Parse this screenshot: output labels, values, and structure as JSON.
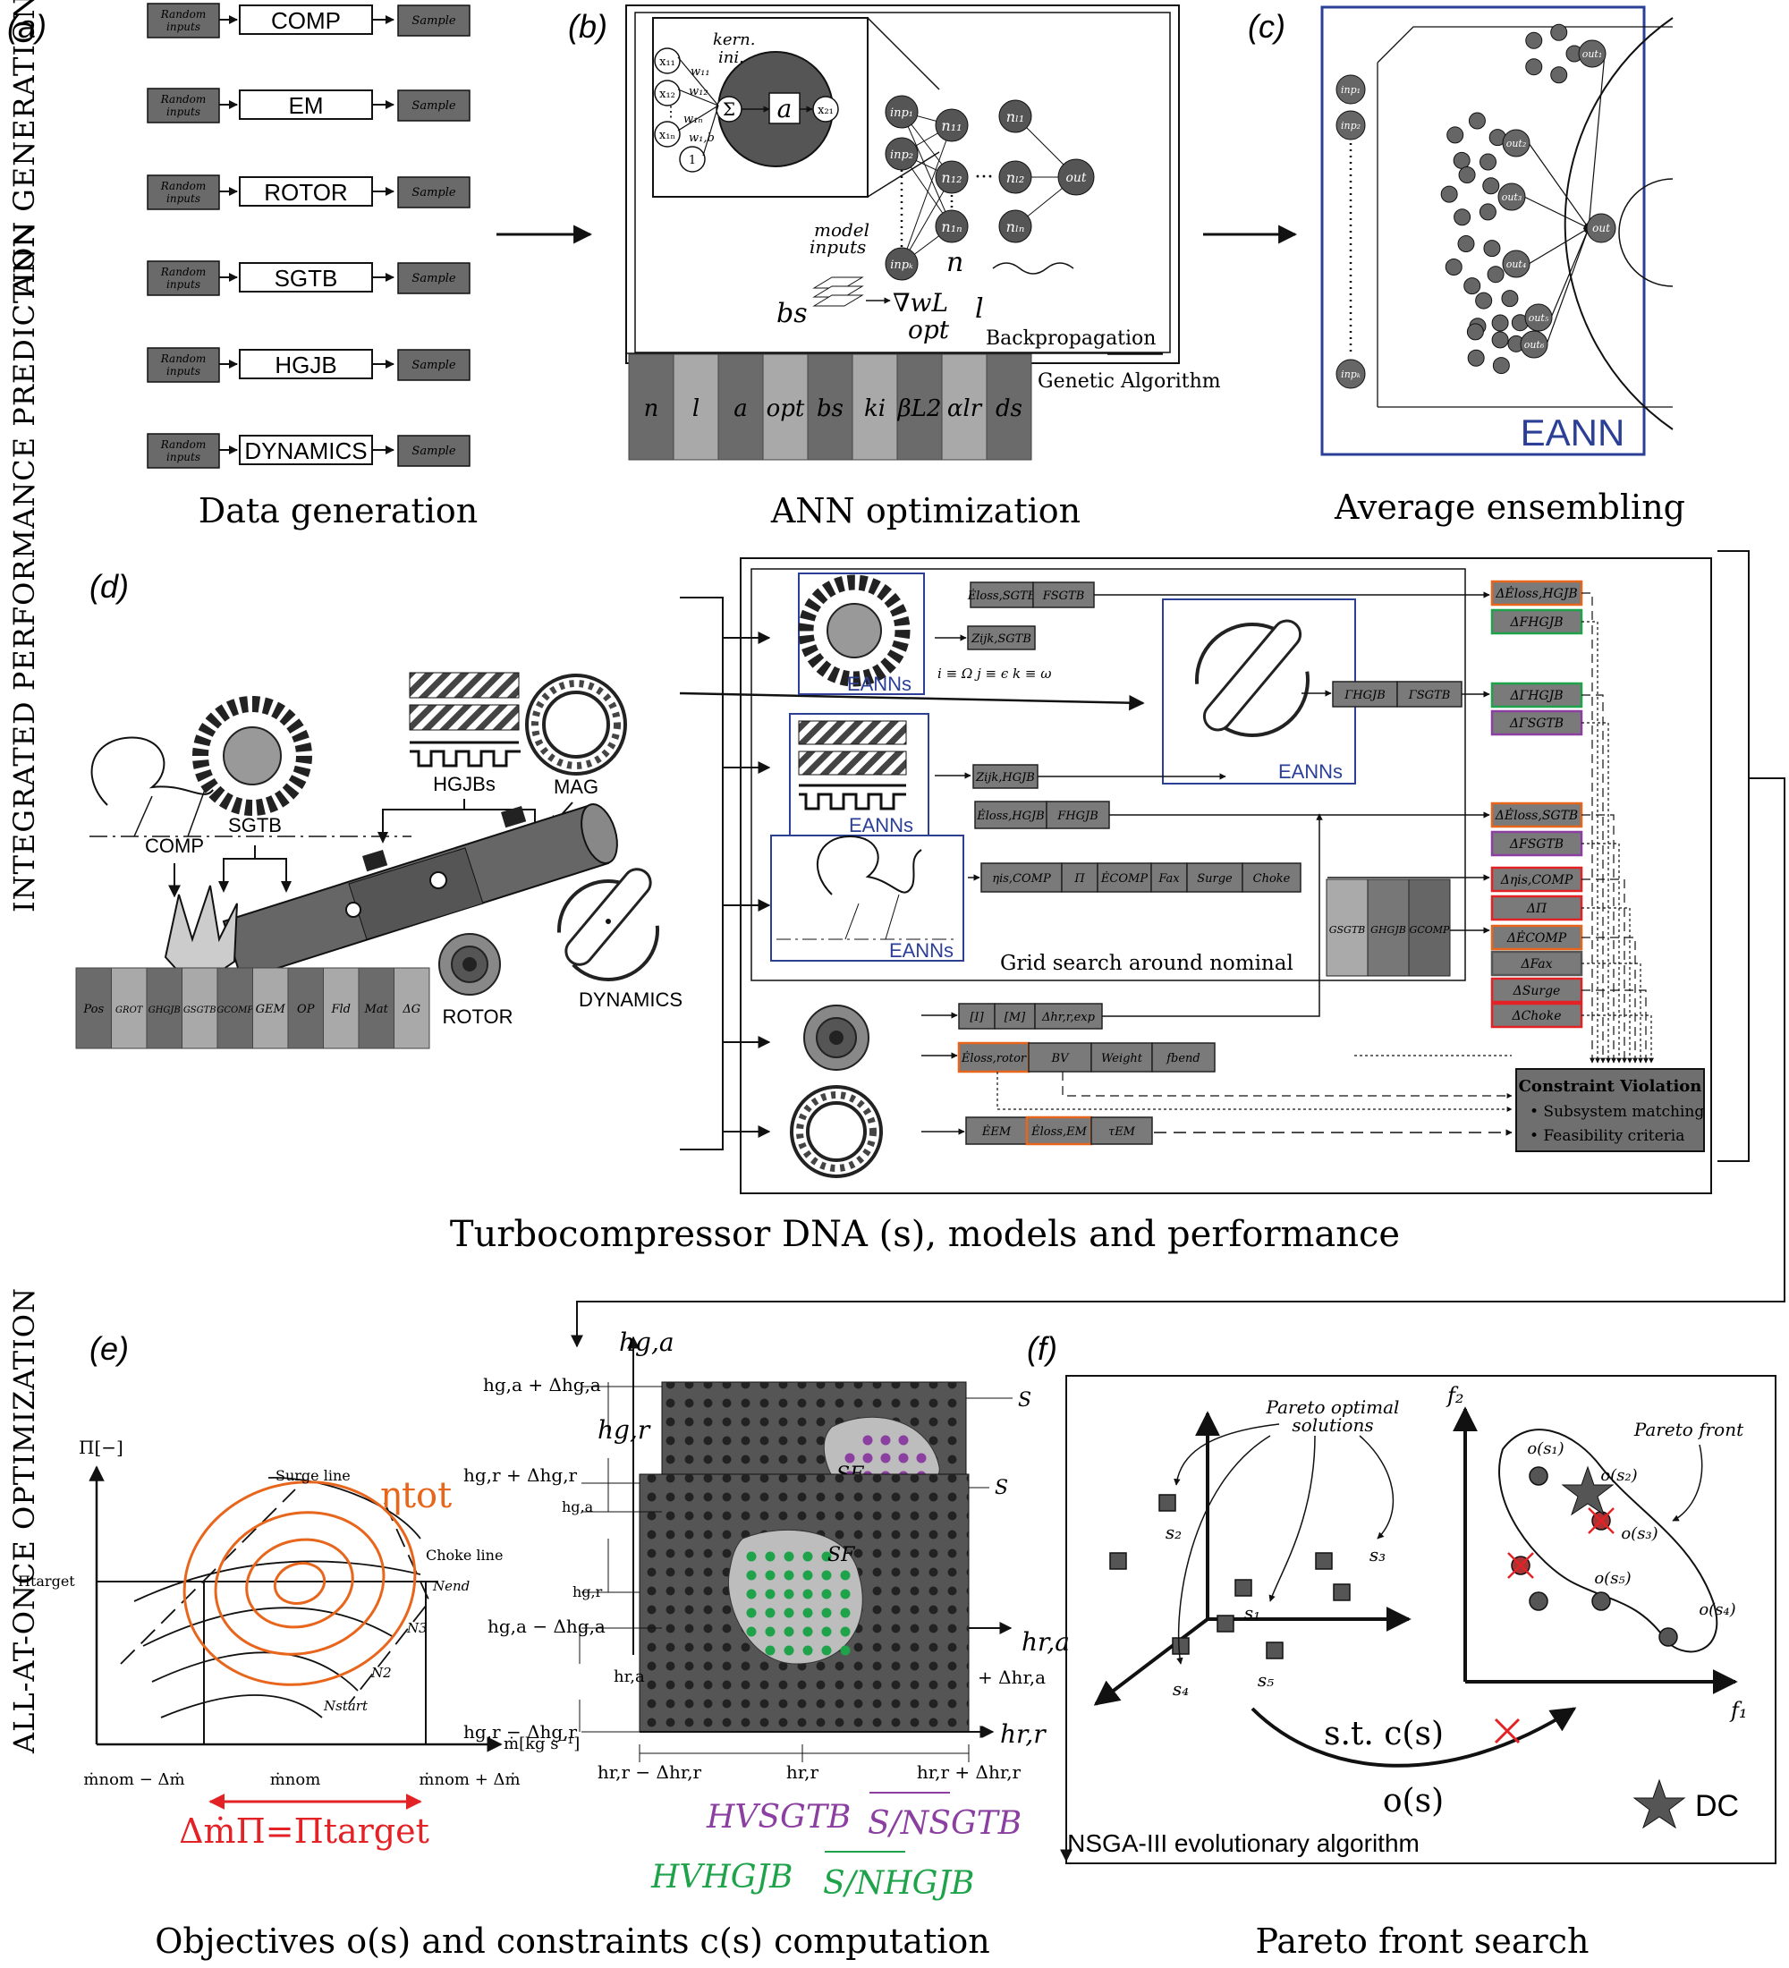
{
  "side_labels": {
    "ann_generation": "ANN GENERATION",
    "integrated": "INTEGRATED PERFORMANCE PREDICTION",
    "all_at_once": "ALL-AT-ONCE OPTIMIZATION"
  },
  "panel_a": {
    "letter": "(a)",
    "random_label_1": "Random",
    "random_label_2": "inputs",
    "sample_label": "Sample",
    "models": [
      "COMP",
      "EM",
      "ROTOR",
      "SGTB",
      "HGJB",
      "DYNAMICS"
    ],
    "caption": "Data generation"
  },
  "panel_b": {
    "letter": "(b)",
    "kern_ini": "kern.",
    "kern_ini_2": "ini.",
    "neuron_inputs": [
      "x₁₁",
      "x₁₂",
      "x₁ₙ",
      "1"
    ],
    "weights": [
      "w₁₁",
      "w₁₂",
      "w₁ₙ",
      "w₁,b"
    ],
    "sigma": "Σ",
    "activation": "a",
    "output": "x₂₁",
    "inputs": [
      "inp₁",
      "inp₂",
      "inpₖ"
    ],
    "layer_nodes": [
      "n₁₁",
      "n₁₂",
      "n₁ₙ",
      "nₗ₁",
      "nₗ₂",
      "nₗₙ"
    ],
    "out": "out",
    "model_inputs_1": "model",
    "model_inputs_2": "inputs",
    "n_label": "n",
    "l_label": "l",
    "bs": "bs",
    "grad": "∇wL",
    "opt": "opt",
    "backprop": "Backpropagation",
    "genetic": "Genetic Algorithm",
    "hyperparams": [
      "n",
      "l",
      "a",
      "opt",
      "bs",
      "ki",
      "βL2",
      "αlr",
      "ds"
    ],
    "caption": "ANN optimization"
  },
  "panel_c": {
    "letter": "(c)",
    "inputs": [
      "inp₁",
      "inp₂",
      "inpₖ"
    ],
    "outs": [
      "out₁",
      "out₂",
      "out₃",
      "out₄",
      "out₅",
      "out₆"
    ],
    "out": "out",
    "eann": "EANN",
    "caption": "Average ensembling"
  },
  "panel_d": {
    "letter": "(d)",
    "components": {
      "comp": "COMP",
      "sgtb": "SGTB",
      "hgjbs": "HGJBs",
      "mag": "MAG",
      "rotor": "ROTOR",
      "dynamics": "DYNAMICS"
    },
    "dna": [
      "Pos",
      "GROT",
      "GHGJB",
      "GSGTB",
      "GCOMP",
      "GEM",
      "OP",
      "Fld",
      "Mat",
      "ΔG"
    ],
    "eanns": "EANNs",
    "sgtb_outputs": [
      "Ėloss,SGTB",
      "FSGTB"
    ],
    "sgtb_z": "Zijk,SGTB",
    "index_note": "i ≡ Ω   j ≡ ϵ   k ≡ ω",
    "dyn_outputs": [
      "ΓHGJB",
      "ΓSGTB"
    ],
    "hgjb_z": "Zijk,HGJB",
    "hgjb_outputs": [
      "Ėloss,HGJB",
      "FHGJB"
    ],
    "comp_outputs": [
      "ηis,COMP",
      "Π",
      "ĖCOMP",
      "Fax",
      "Surge",
      "Choke"
    ],
    "g_boxes": [
      "GSGTB",
      "GHGJB",
      "GCOMP"
    ],
    "grid_search": "Grid search around nominal",
    "rotor_outputs": [
      "[I]",
      "[M]",
      "Δhr,r,exp"
    ],
    "rotor_outputs_2": [
      "Ėloss,rotor",
      "BV",
      "Weight",
      "fbend"
    ],
    "em_outputs": [
      "ĖEM",
      "Ėloss,EM",
      "τEM"
    ],
    "deltas": [
      "ΔĖloss,HGJB",
      "ΔFHGJB",
      "ΔΓHGJB",
      "ΔΓSGTB",
      "ΔĖloss,SGTB",
      "ΔFSGTB",
      "Δηis,COMP",
      "ΔΠ",
      "ΔĖCOMP",
      "ΔFax",
      "ΔSurge",
      "ΔChoke"
    ],
    "constraint_title": "Constraint Violation",
    "constraint_items": [
      "• Subsystem matching",
      "• Feasibility criteria"
    ],
    "caption": "Turbocompressor DNA (s), models and performance"
  },
  "panel_e": {
    "letter": "(e)",
    "y_axis": "Π[−]",
    "x_axis": "ṁ[kg s⁻¹]",
    "pi_target": "Πtarget",
    "surge_line": "Surge line",
    "choke_line": "Choke line",
    "eta_tot": "ηtot",
    "n_labels": [
      "Nend",
      "N3",
      "N2",
      "Nstart"
    ],
    "x_ticks": [
      "ṁnom − Δṁ",
      "ṁnom",
      "ṁnom + Δṁ"
    ],
    "delta_m": "ΔṁΠ=Πtarget",
    "grid_y_top": [
      "hg,a",
      "hg,a + Δhg,a",
      "hg,r",
      "hg,r + Δhg,r",
      "hg,a",
      "hg,r",
      "hg,a − Δhg,a",
      "hr,a",
      "hg,r − Δhg,r"
    ],
    "grid_x": [
      "hr,a",
      "+ Δhr,a",
      "hr,r",
      "hr,r − Δhr,r",
      "hr,r",
      "hr,r + Δhr,r"
    ],
    "s_label": "S",
    "sf_label": "SF",
    "hv_sgtb": "HVSGTB",
    "sn_sgtb": "S/NSGTB",
    "hv_hgjb": "HVHGJB",
    "sn_hgjb": "S/NHGJB",
    "caption": "Objectives o(s) and constraints c(s) computation",
    "colors": {
      "orange": "#e8651c",
      "red": "#e32226",
      "purple": "#8b3fa0",
      "green": "#1fa34a"
    }
  },
  "panel_f": {
    "letter": "(f)",
    "pareto_opt_1": "Pareto optimal",
    "pareto_opt_2": "solutions",
    "pareto_front": "Pareto front",
    "s_labels": [
      "s₁",
      "s₂",
      "s₃",
      "s₄",
      "s₅"
    ],
    "o_labels": [
      "o(s₁)",
      "o(s₂)",
      "o(s₃)",
      "o(s₄)",
      "o(s₅)"
    ],
    "f1": "f₁",
    "f2": "f₂",
    "st_c": "s.t.  c(s)",
    "o_s": "o(s)",
    "dc": "DC",
    "nsga": "NSGA-III evolutionary algorithm",
    "caption": "Pareto front search"
  }
}
